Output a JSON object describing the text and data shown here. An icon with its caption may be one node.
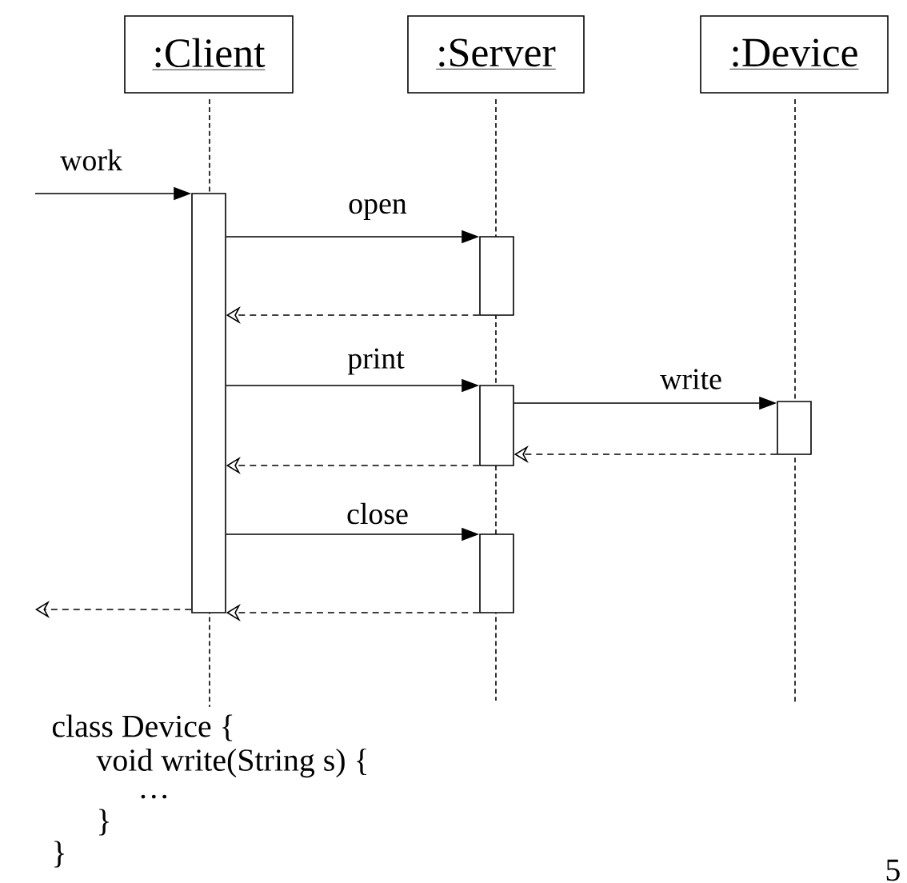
{
  "diagram": {
    "nodes": [
      {
        "text": [
          ":Client"
        ]
      },
      {
        "text": [
          ":Server"
        ]
      },
      {
        "text": [
          ":Device"
        ]
      },
      {
        "text": [],
        "shape": "box"
      },
      {
        "text": [],
        "shape": "box"
      },
      {
        "text": [],
        "shape": "box"
      },
      {
        "text": [],
        "shape": "box"
      },
      {
        "text": [],
        "shape": "box"
      }
    ],
    "edges": [
      {
        "from": null,
        "to": 3,
        "arrow": "to",
        "label": "work"
      },
      {
        "from": 3,
        "to": 4,
        "arrow": "to",
        "label": "open"
      },
      {
        "from": 4,
        "to": 3,
        "arrow": "to",
        "style": "dashed"
      },
      {
        "from": 3,
        "to": 5,
        "arrow": "to",
        "label": "print"
      },
      {
        "from": 5,
        "to": 6,
        "arrow": "to",
        "label": "write"
      },
      {
        "from": 6,
        "to": 5,
        "arrow": "to",
        "style": "dashed"
      },
      {
        "from": 5,
        "to": 3,
        "arrow": "to",
        "style": "dashed"
      },
      {
        "from": 3,
        "to": 7,
        "arrow": "to",
        "label": "close"
      },
      {
        "from": 7,
        "to": 3,
        "arrow": "to",
        "style": "dashed"
      },
      {
        "from": 3,
        "to": null,
        "arrow": "to",
        "style": "dashed"
      }
    ],
    "labels": [
      "class Device {",
      "void write(String s) {",
      "…",
      "}",
      "}",
      "5"
    ]
  }
}
